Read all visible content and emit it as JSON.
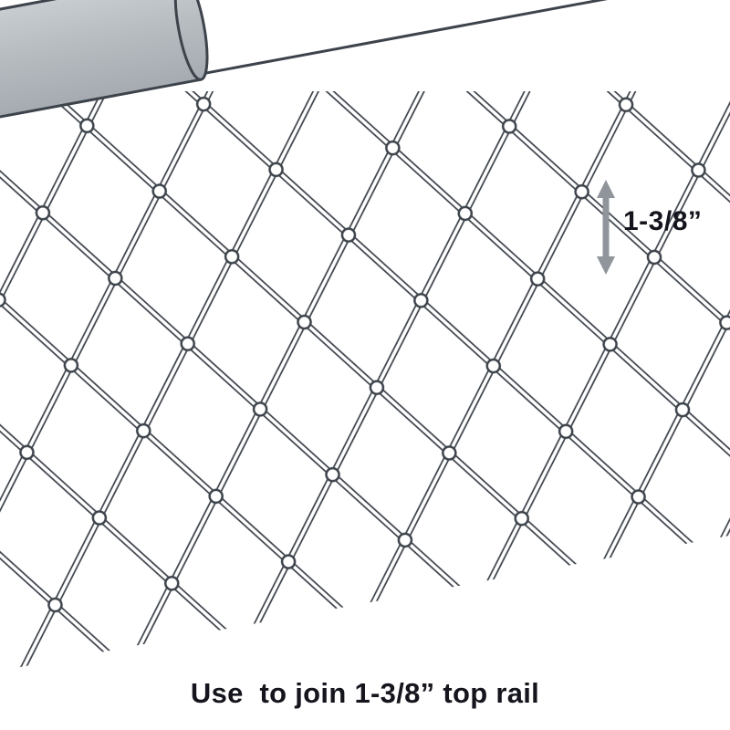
{
  "diagram": {
    "title_present": false,
    "dimension_label": "1-3/8”",
    "caption": "Use  to join 1-3/8” top rail",
    "icons": {
      "dimension_arrow": "↕ double-headed vertical arrow measuring rail diameter"
    },
    "colors": {
      "background": "#ffffff",
      "line_art_outline": "#3d434b",
      "sleeve_fill": "#b7bcc1",
      "pipe_fill": "#ffffff",
      "arrow_gray": "#8f959b",
      "text": "#15151d"
    },
    "depicts": "Chain-link fence top rail joined by a gray sleeve coupling, wire ties over rail, diamond mesh below"
  }
}
